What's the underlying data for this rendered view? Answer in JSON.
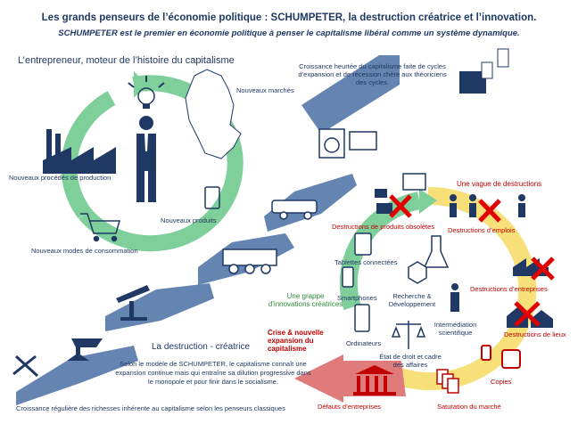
{
  "header": {
    "title": "Les grands penseurs de l’économie politique : SCHUMPETER, la destruction créatrice et l’innovation.",
    "subtitle": "SCHUMPETER est le premier en économie politique à penser le capitalisme libéral comme un système dynamique."
  },
  "left_cycle": {
    "heading": "L’entrepreneur, moteur de l’histoire du capitalisme",
    "labels": {
      "markets": "Nouveaux marchés",
      "processes": "Nouveaux procédés de production",
      "products": "Nouveaux produits",
      "consumption": "Nouveaux modes de consommation"
    }
  },
  "growth_text": "Croissance heurtée du capitalisme faite de cycles d’expansion et de récession chère aux théoriciens des cycles.",
  "right_cycle": {
    "destruction_wave": "Une vague de destructions",
    "obsolete_products": "Destructions de produits obsolètes",
    "jobs": "Destructions d’emplois",
    "companies": "Destructions d’entreprises",
    "places": "Destructions de lieux",
    "tablets": "Tablettes connectées",
    "cluster": "Une grappe d’innovations créatrices",
    "smartphones": "Smartphones",
    "rnd": "Recherche & Développement",
    "intermediation": "Intermédiation scientifique",
    "computers": "Ordinateurs",
    "law": "État de droit et cadre des affaires",
    "crisis": "Crise & nouvelle expansion du capitalisme",
    "copies": "Copies",
    "failures": "Défauts d’entreprises",
    "saturation": "Saturation du marché"
  },
  "destruction": {
    "heading": "La destruction - créatrice",
    "paragraph": "Selon le modèle de SCHUMPETER, le capitalisme connaît une expansion continue mais qui entraîne sa dilution progressive dans le monopole et pour finir dans le socialisme.",
    "bottom_caption": "Croissance régulière des richesses inhérente au capitalisme selon les penseurs classiques"
  },
  "colors": {
    "navy": "#1f3864",
    "green_arrow": "#7fcf9a",
    "yellow_arrow": "#f7df7a",
    "red_arrow": "#e07b7b",
    "slanted_band": "#3a5f93",
    "cross": "#e00000"
  }
}
